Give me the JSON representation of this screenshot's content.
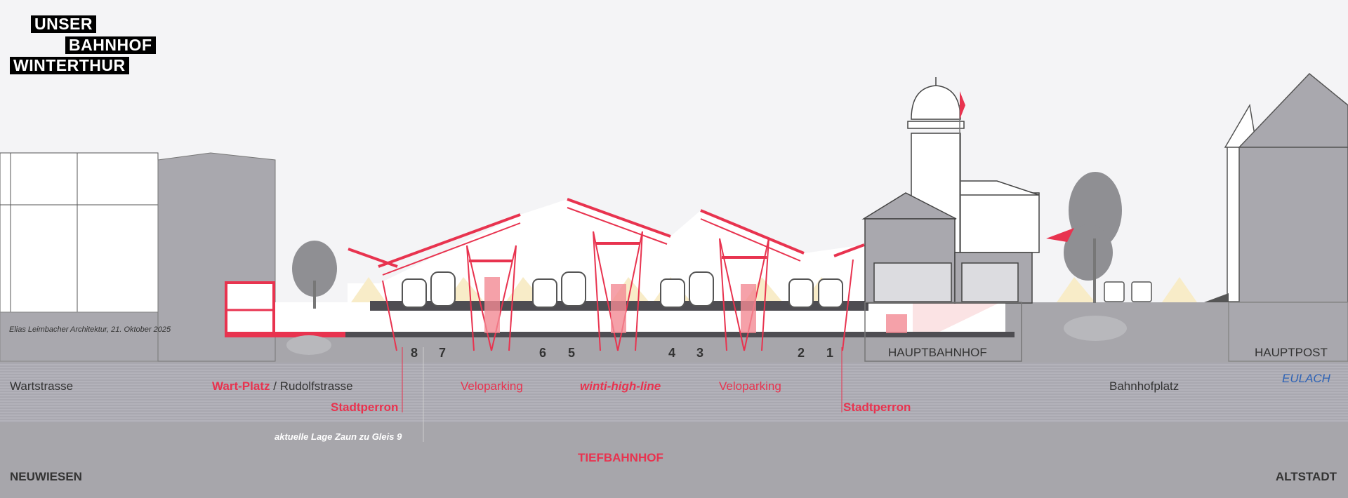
{
  "logo": {
    "line1": "UNSER",
    "line2": "BAHNHOF",
    "line3": "WINTERTHUR"
  },
  "credit": "Elias Leimbacher Architektur, 21. Oktober 2025",
  "tracks": [
    "8",
    "7",
    "6",
    "5",
    "4",
    "3",
    "2",
    "1"
  ],
  "labels": {
    "hauptbahnhof": "HAUPTBAHNHOF",
    "hauptpost": "HAUPTPOST",
    "wartstrasse": "Wartstrasse",
    "wart_platz": "Wart-Platz",
    "rudolfstrasse": " / Rudolfstrasse",
    "veloparking_left": "Veloparking",
    "winti_high_line": "winti-high-line",
    "veloparking_right": "Veloparking",
    "bahnhofplatz": "Bahnhofplatz",
    "eulach": "EULACH",
    "stadtperron_left": "Stadtperron",
    "stadtperron_right": "Stadtperron",
    "zaun": "aktuelle Lage Zaun zu Gleis 9",
    "tiefbahnhof": "TIEFBAHNHOF",
    "neuwiesen": "NEUWIESEN",
    "altstadt": "ALTSTADT"
  },
  "colors": {
    "accent": "#e8334f",
    "ground": "#a7a6ab",
    "eulach": "#2f63b5",
    "sky": "#f4f4f6"
  }
}
